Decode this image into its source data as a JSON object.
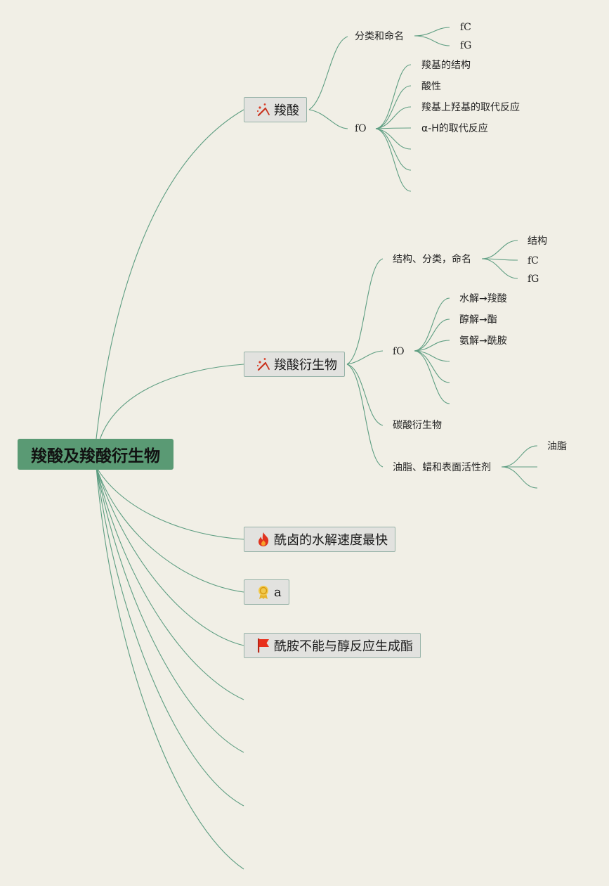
{
  "root": {
    "title": "羧酸及羧酸衍生物"
  },
  "topics": {
    "t1": {
      "label": "羧酸"
    },
    "t2": {
      "label": "羧酸衍生物"
    },
    "t3": {
      "label": "酰卤的水解速度最快"
    },
    "t4": {
      "label": "a"
    },
    "t5": {
      "label": "酰胺不能与醇反应生成酯"
    }
  },
  "leaves": {
    "t1_a": "分类和命名",
    "t1_a1": "fC",
    "t1_a2": "fG",
    "t1_b": "fO",
    "t1_b1": "羧基的结构",
    "t1_b2": "酸性",
    "t1_b3": "羧基上羟基的取代反应",
    "t1_b4": "α-H的取代反应",
    "t2_a": "结构、分类，命名",
    "t2_a1": "结构",
    "t2_a2": "fC",
    "t2_a3": "fG",
    "t2_b": "fO",
    "t2_b1": "水解→羧酸",
    "t2_b2": "醇解→酯",
    "t2_b3": "氨解→酰胺",
    "t2_c": "碳酸衍生物",
    "t2_d": "油脂、蜡和表面活性剂",
    "t2_d1": "油脂"
  },
  "icons": {
    "t1": "magic-wand-icon",
    "t2": "magic-wand-icon",
    "t3": "fire-icon",
    "t4": "award-ribbon-icon",
    "t5": "red-flag-icon"
  },
  "colors": {
    "background": "#f1efe6",
    "root_fill": "#5a9a74",
    "link": "#5e9e82",
    "topic_fill": "#e2e2df",
    "topic_border": "#97b3a8"
  }
}
